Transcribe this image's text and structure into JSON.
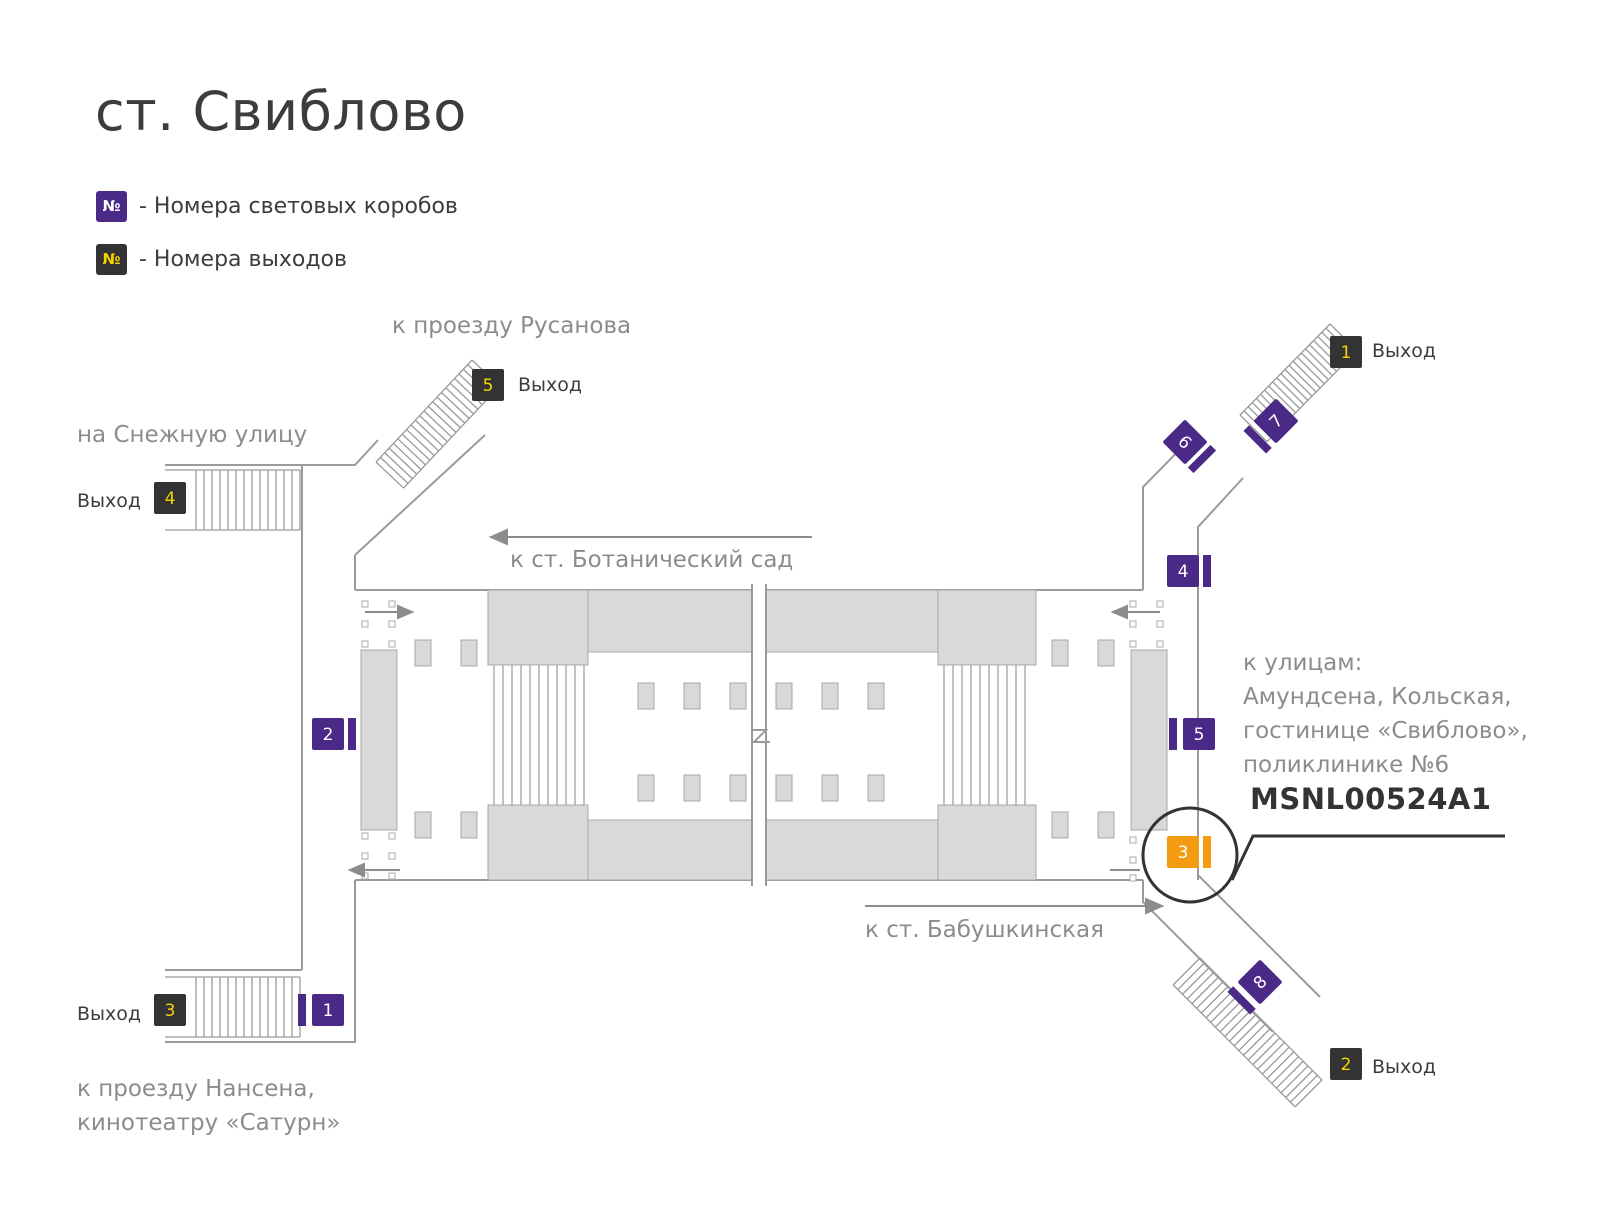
{
  "title": "ст. Свиблово",
  "legend": [
    {
      "symbol": "№",
      "text": "- Номера световых коробов",
      "color": "#4b2a87",
      "symbol_color": "#ffffff"
    },
    {
      "symbol": "№",
      "text": "- Номера выходов",
      "color": "#333333",
      "symbol_color": "#f5d400"
    }
  ],
  "labels": {
    "rusanova": "к проезду Русанова",
    "snezhnaya": "на Снежную улицу",
    "botanichesky": "к ст. Ботанический сад",
    "babushkinskaya": "к ст. Бабушкинская",
    "streets_1": "к улицам:",
    "streets_2": "Амундсена, Кольская,",
    "streets_3": "гостинице «Свиблово»,",
    "streets_4": "поликлинике №6",
    "nansen_1": "к проезду Нансена,",
    "nansen_2": "кинотеатру «Сатурн»"
  },
  "exit_word": "Выход",
  "exits": [
    {
      "number": "1",
      "label": "Выход"
    },
    {
      "number": "2",
      "label": "Выход"
    },
    {
      "number": "3",
      "label": "Выход"
    },
    {
      "number": "4",
      "label": "Выход"
    },
    {
      "number": "5",
      "label": "Выход"
    }
  ],
  "lightboxes": [
    "1",
    "2",
    "3",
    "4",
    "5",
    "6",
    "7",
    "8"
  ],
  "highlighted_lightbox": "3",
  "highlight_code": "MSNL00524A1",
  "colors": {
    "lightbox": "#4b2a87",
    "exit_box": "#333333",
    "exit_number": "#f5d400",
    "highlight": "#f39c12",
    "platform": "#d9d9d9",
    "outline": "#9a9a9a"
  }
}
